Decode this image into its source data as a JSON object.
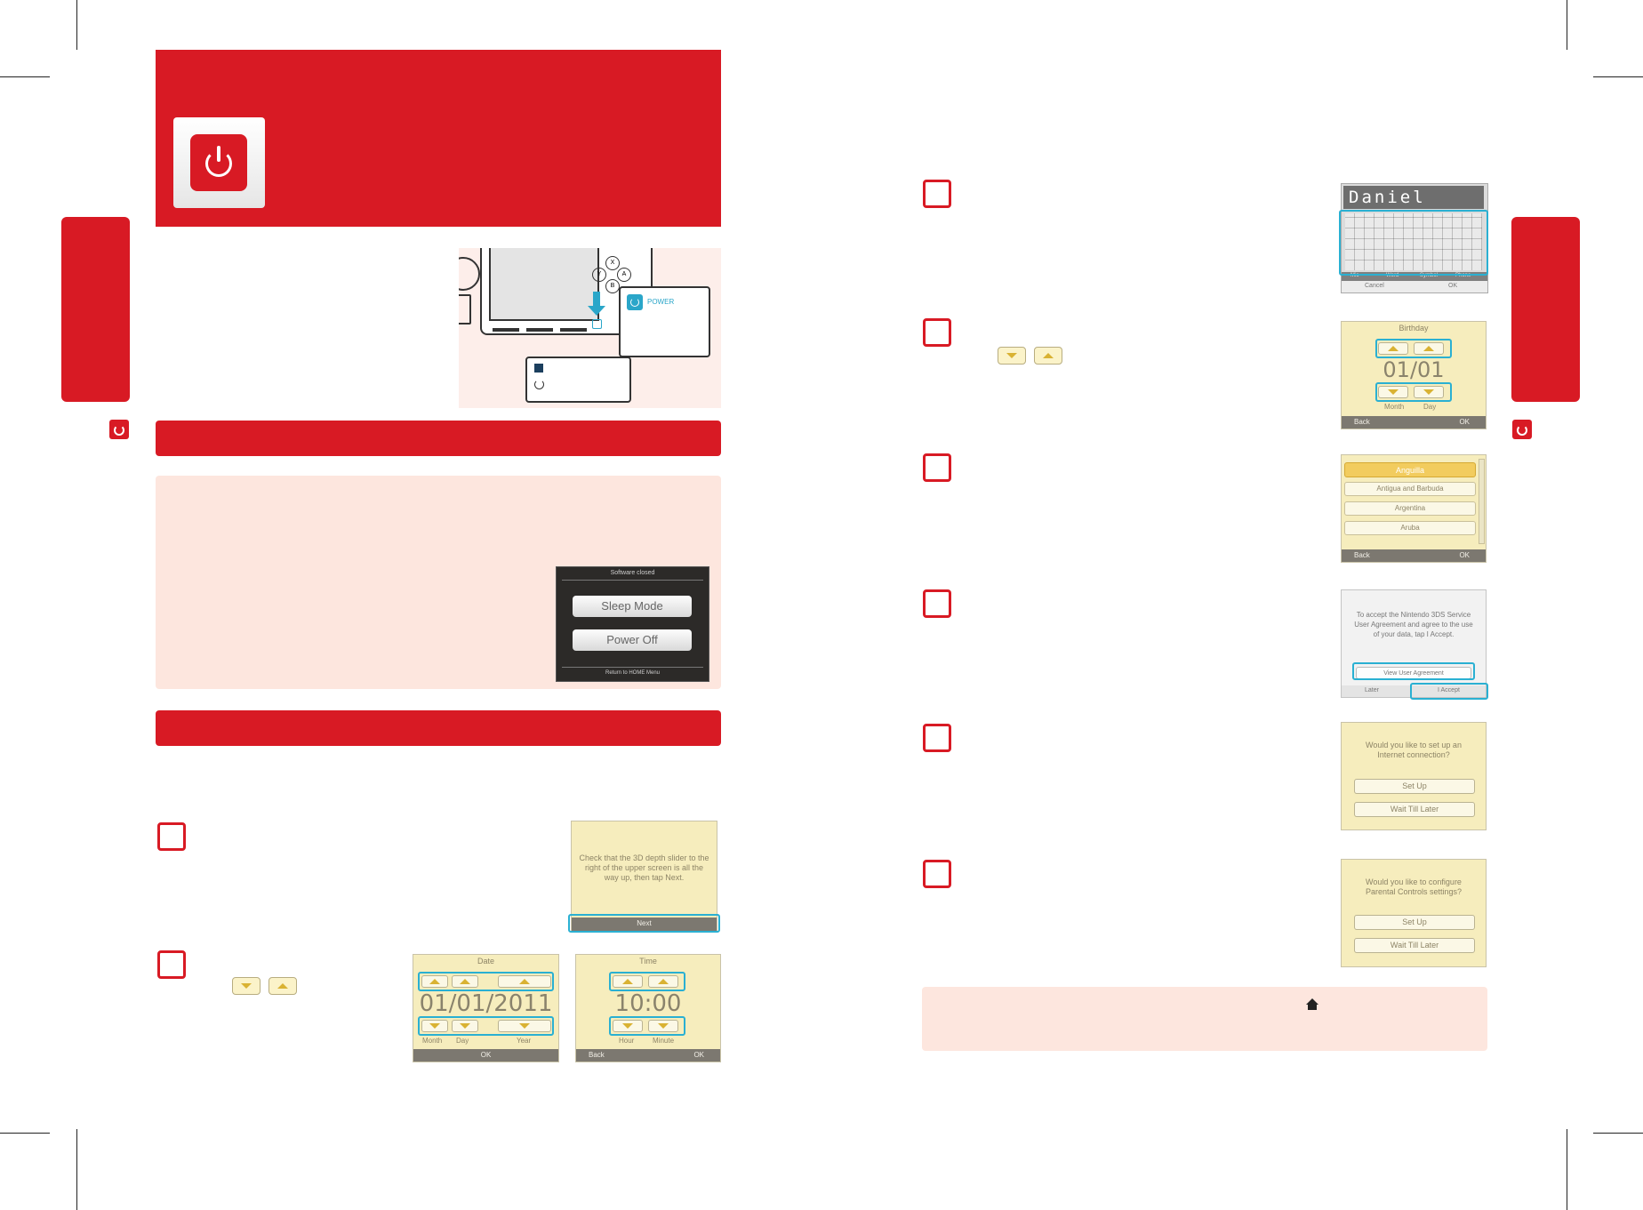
{
  "theme": {
    "brand_red": "#d81a24",
    "highlight_blue": "#2ab0d2",
    "panel_pink": "#fde6de",
    "screen_yellow": "#f6edbd"
  },
  "icons": [
    "power-icon",
    "home-icon",
    "arrow-down-icon",
    "arrow-up-icon"
  ],
  "device_figure": {
    "power_label": "POWER",
    "face_buttons": [
      "X",
      "Y",
      "A",
      "B"
    ]
  },
  "sleep_menu": {
    "title": "Software closed",
    "sleep_label": "Sleep Mode",
    "power_label": "Power Off",
    "footer": "Return to HOME Menu"
  },
  "left_steps": {
    "slider_shot": {
      "text": "Check that the 3D depth slider to the right of the upper screen is all the way up, then tap Next.",
      "next_label": "Next"
    },
    "date_shot": {
      "title": "Date",
      "value": "01/01/2011",
      "labels": [
        "Month",
        "Day",
        "Year"
      ],
      "ok_label": "OK"
    },
    "time_shot": {
      "title": "Time",
      "value": "10:00",
      "labels": [
        "Hour",
        "Minute"
      ],
      "back_label": "Back",
      "ok_label": "OK"
    }
  },
  "right_steps": {
    "name_shot": {
      "name_value": "Daniel",
      "cancel_label": "Cancel",
      "ok_label": "OK",
      "mode_labels": [
        "Mic",
        "Word",
        "Symbol",
        "Phone"
      ]
    },
    "birthday_shot": {
      "title": "Birthday",
      "value": "01/01",
      "labels": [
        "Month",
        "Day"
      ],
      "back_label": "Back",
      "ok_label": "OK"
    },
    "country_shot": {
      "items": [
        "Anguilla",
        "Antigua and Barbuda",
        "Argentina",
        "Aruba"
      ],
      "back_label": "Back",
      "ok_label": "OK"
    },
    "agreement_shot": {
      "text": "To accept the Nintendo 3DS Service User Agreement and agree to the use of your data, tap I Accept.",
      "view_label": "View User Agreement",
      "later_label": "Later",
      "accept_label": "I Accept"
    },
    "internet_shot": {
      "text": "Would you like to set up an Internet connection?",
      "setup_label": "Set Up",
      "later_label": "Wait Till Later"
    },
    "parental_shot": {
      "text": "Would you like to configure Parental Controls settings?",
      "setup_label": "Set Up",
      "later_label": "Wait Till Later"
    }
  }
}
